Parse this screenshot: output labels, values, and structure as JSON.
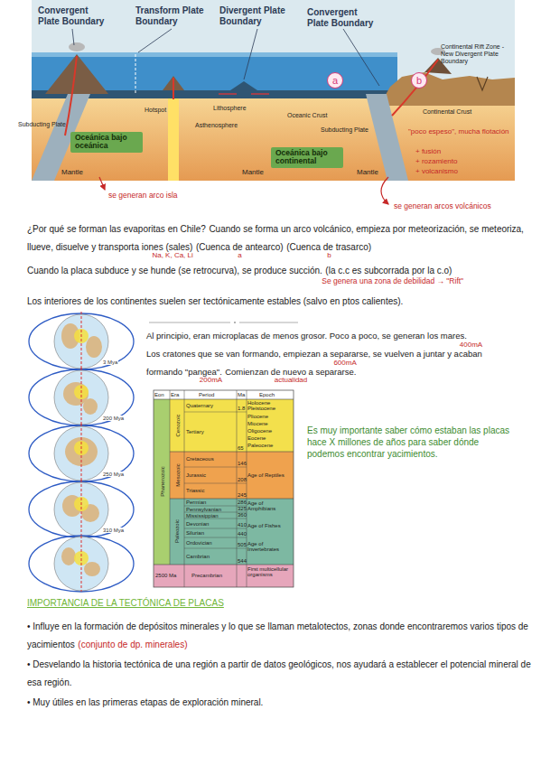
{
  "diagram": {
    "nodes": [
      {
        "text": [
          "a"
        ]
      },
      {
        "text": [
          "b"
        ]
      },
      {
        "text": [
          "Oceánica bajo oceánica"
        ]
      },
      {
        "text": [
          "Oceánica bajo continental"
        ]
      }
    ],
    "labels": [
      "Convergent Plate Boundary",
      "Transform Plate Boundary",
      "Divergent Plate Boundary",
      "Convergent Plate Boundary",
      "Continental Rift Zone - New Divergent Plate Boundary",
      "Hotspot",
      "Lithosphere",
      "Asthenosphere",
      "Oceanic Crust",
      "Continental Crust",
      "Subducting Plate",
      "Subducting Plate",
      "Mantle",
      "Mantle",
      "Mantle",
      "\"poco espeso\", mucha flotación",
      "+ fusión",
      "+ rozamiento",
      "+ volcanismo",
      "se generan arco isla",
      "se generan arcos volcánicos",
      "¿Por qué se forman las evaporitas en Chile?",
      "Cuando se forma un arco volcánico, empieza por meteorización, se meteoriza, llueve, disuelve y transporta iones (sales)",
      "(Cuenca de antearco)",
      "(Cuenca de trasarco)",
      "Na, K, Ca, Li",
      "a",
      "b",
      "Cuando la placa subduce y se hunde (se retrocurva), se produce succión.",
      "(la c.c es subcorrada por la c.o)",
      "Se genera una zona de debilidad → \"Rift\"",
      "Los interiores de los continentes suelen ser tectónicamente estables (salvo en ptos calientes).",
      "3 Mya",
      "200 Mya",
      "250 Mya",
      "310 Mya",
      "Al principio, eran microplacas de menos grosor. Poco a poco, se generan los mares.",
      "Los cratones que se van formando, empiezan a separarse, se vuelven a juntar y acaban formando \"pangea\".",
      "Comienzan de nuevo a separarse.",
      "400mA",
      "600mA",
      "200mA",
      "actualidad",
      "Eon",
      "Era",
      "Period",
      "Ma",
      "Epoch",
      "Phanerozoic",
      "Cenozoic",
      "Mesozoic",
      "Paleozoic",
      "Quaternary",
      "Tertiary",
      "Cretaceous",
      "Jurassic",
      "Triassic",
      "Permian",
      "Pennsylvanian",
      "Mississippian",
      "Devonian",
      "Silurian",
      "Ordovician",
      "Cambrian",
      "Precambrian",
      "1.8",
      "65",
      "146",
      "208",
      "245",
      "286",
      "325",
      "360",
      "410",
      "440",
      "505",
      "544",
      "2500 Ma",
      "Holocene",
      "Pleistocene",
      "Pliocene",
      "Miocene",
      "Oligocene",
      "Eocene",
      "Paleocene",
      "Age of Reptiles",
      "Age of Amphibians",
      "Age of Fishes",
      "Age of Invertebrates",
      "First multicellular organisms",
      "Es muy importante saber cómo estaban las placas hace X millones de años para saber dónde podemos encontrar yacimientos.",
      "IMPORTANCIA DE LA TECTÓNICA DE PLACAS",
      "• Influye en la formación de depósitos minerales y lo que se llaman metalotectos, zonas donde encontraremos varios tipos de yacimientos",
      "(conjunto de dp. minerales)",
      "• Desvelando la historia tectónica de una región a partir de datos geológicos, nos ayudará a establecer el potencial mineral de esa región.",
      "• Muy útiles en las primeras etapas de exploración mineral."
    ]
  }
}
